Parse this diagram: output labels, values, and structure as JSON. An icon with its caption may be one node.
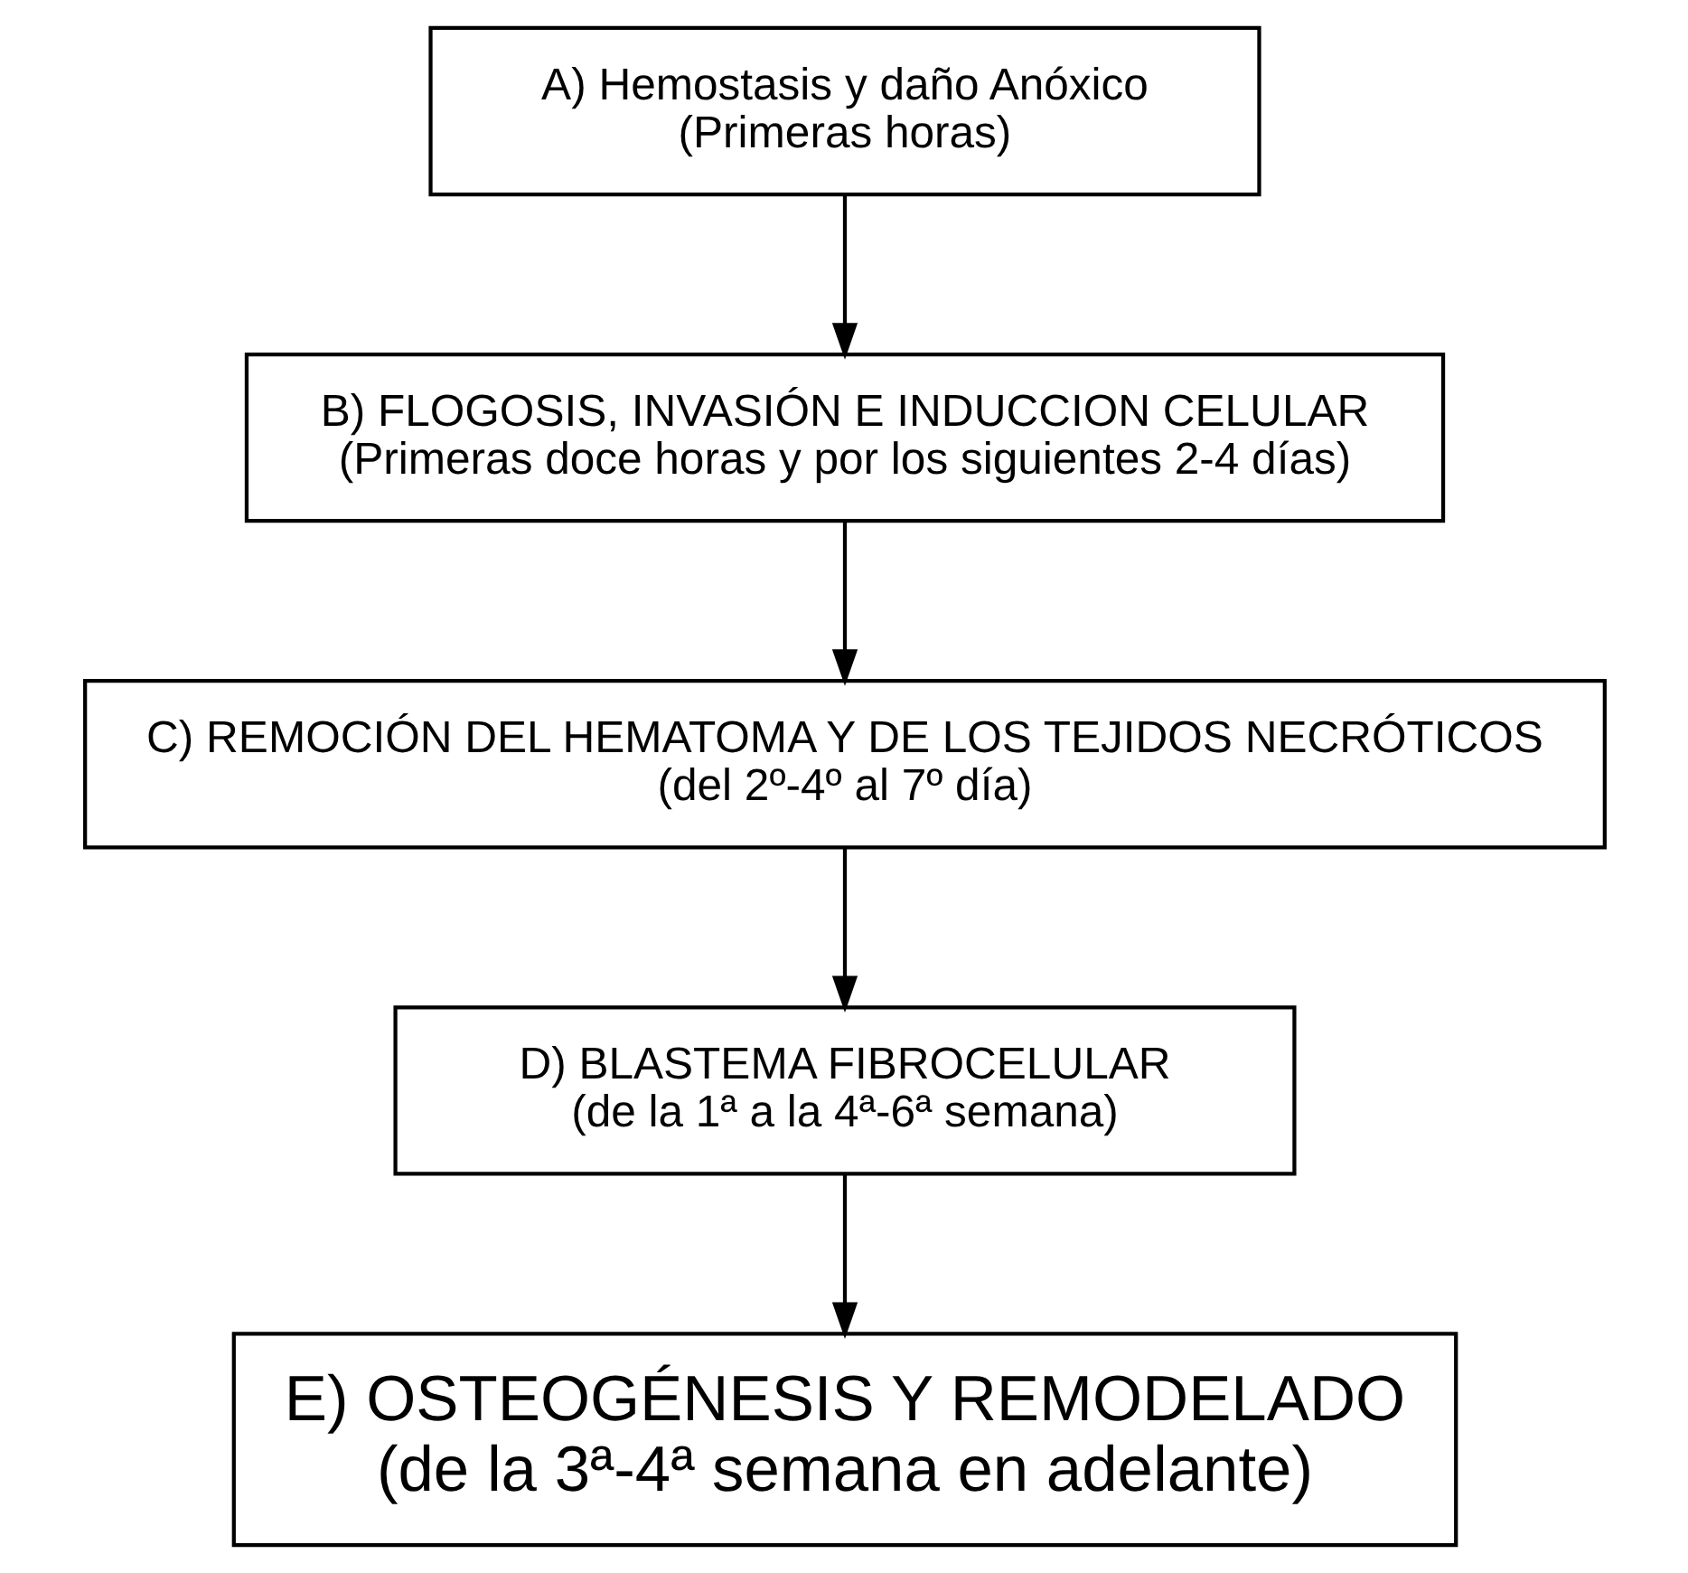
{
  "diagram": {
    "nodes": [
      {
        "text": [
          "A) Hemostasis y daño Anóxico",
          "(Primeras horas)"
        ]
      },
      {
        "text": [
          "B) FLOGOSIS, INVASIÓN E INDUCCION CELULAR",
          "(Primeras doce horas y por los siguientes 2-4 días)"
        ]
      },
      {
        "text": [
          "C) REMOCIÓN DEL HEMATOMA Y DE LOS TEJIDOS NECRÓTICOS",
          "(del 2º-4º al 7º día)"
        ]
      },
      {
        "text": [
          "D) BLASTEMA FIBROCELULAR",
          "(de la 1ª a la 4ª-6ª semana)"
        ]
      },
      {
        "text": [
          "E) OSTEOGÉNESIS Y REMODELADO",
          "(de la 3ª-4ª semana en adelante)"
        ]
      }
    ],
    "edges": [
      {
        "from": 0,
        "to": 1,
        "arrow": "to"
      },
      {
        "from": 1,
        "to": 2,
        "arrow": "to"
      },
      {
        "from": 2,
        "to": 3,
        "arrow": "to"
      },
      {
        "from": 3,
        "to": 4,
        "arrow": "to"
      }
    ]
  }
}
